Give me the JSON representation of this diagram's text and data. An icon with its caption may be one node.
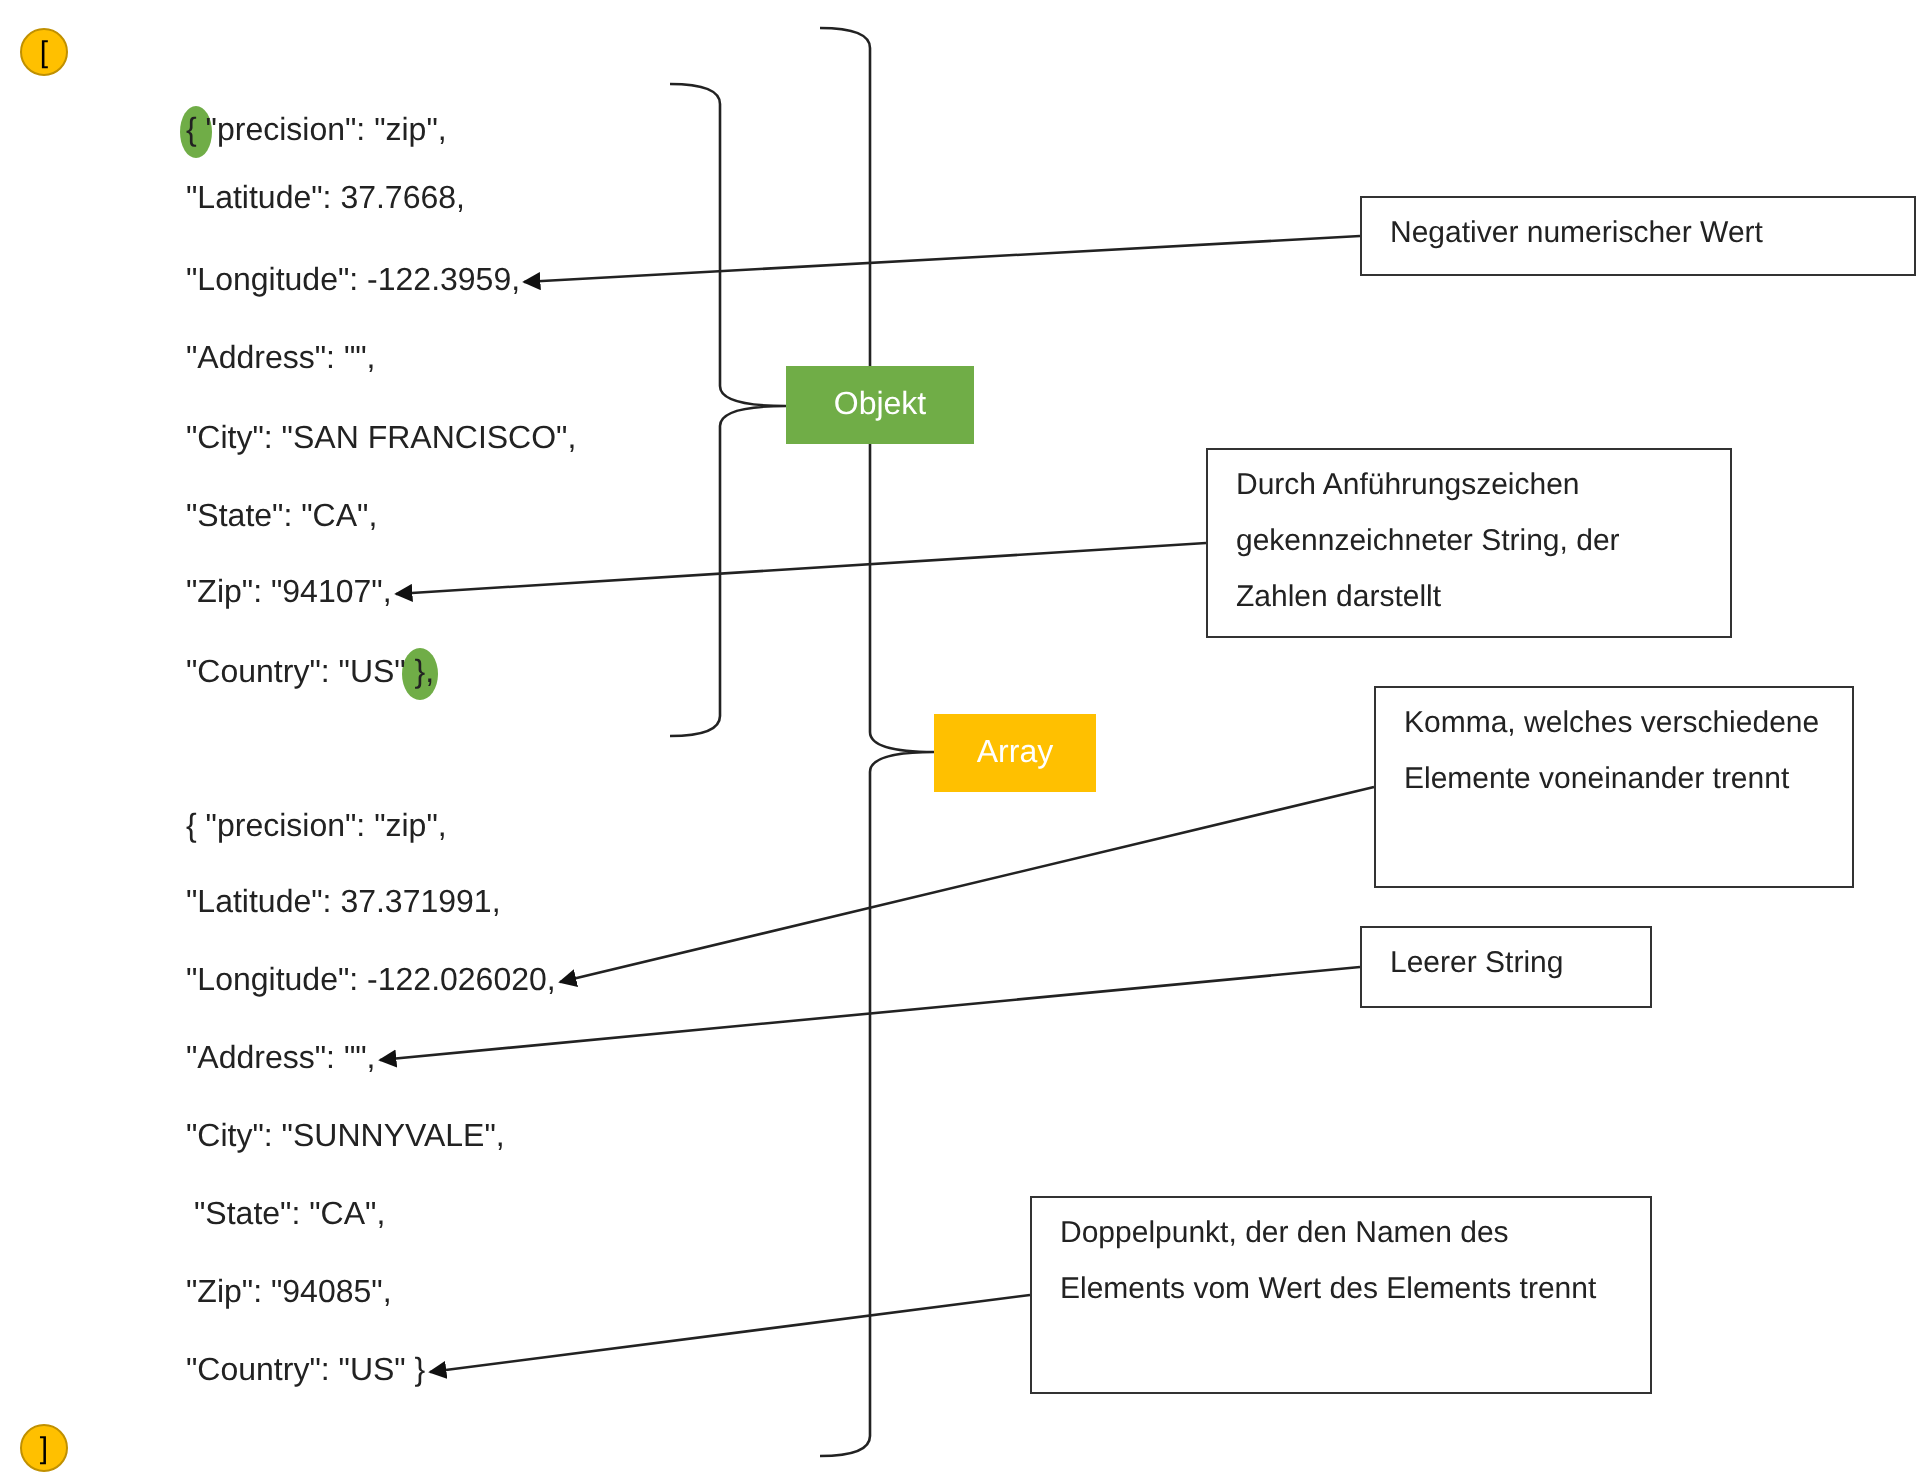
{
  "diagram": {
    "nodes": [
      {
        "text": [
          "["
        ]
      },
      {
        "text": [
          "Negativer numerischer Wert"
        ]
      },
      {
        "text": [
          "\"Longitude\": -122.3959,"
        ]
      },
      {
        "text": [
          "Objekt"
        ]
      },
      {
        "text": [
          "Durch Anführungszeichen gekennzeichneter String, der Zahlen darstellt"
        ]
      },
      {
        "text": [
          "\"Zip\": \"94107\","
        ]
      },
      {
        "text": [
          "Komma, welches verschiedene Elemente voneinander trennt"
        ]
      },
      {
        "text": [
          "Array"
        ]
      },
      {
        "text": [
          "Leerer String"
        ]
      },
      {
        "text": [
          "\"Longitude\": -122.026020,"
        ]
      },
      {
        "text": [
          "\"Address\": \"\","
        ]
      },
      {
        "text": [
          "Doppelpunkt, der den Namen des Elements vom Wert des Elements trennt"
        ]
      },
      {
        "text": [
          "\"Country\": \"US\" }"
        ]
      },
      {
        "text": [
          "]"
        ]
      }
    ],
    "edges": [
      {
        "from": 1,
        "to": 2,
        "arrow": "to"
      },
      {
        "from": 4,
        "to": 5,
        "arrow": "to"
      },
      {
        "from": 6,
        "to": 9,
        "arrow": "to"
      },
      {
        "from": 8,
        "to": 10,
        "arrow": "to"
      },
      {
        "from": 11,
        "to": 12,
        "arrow": "to"
      }
    ],
    "labels": [
      "{ \"precision\": \"zip\",",
      "\"Latitude\": 37.7668,",
      "\"Address\": \"\",",
      "\"City\": \"SAN FRANCISCO\",",
      "\"State\": \"CA\",",
      "\"Country\": \"US\" },",
      "{ \"precision\": \"zip\",",
      "\"Latitude\": 37.371991,",
      "\"City\": \"SUNNYVALE\",",
      "\"State\": \"CA\",",
      "\"Zip\": \"94085\","
    ]
  }
}
